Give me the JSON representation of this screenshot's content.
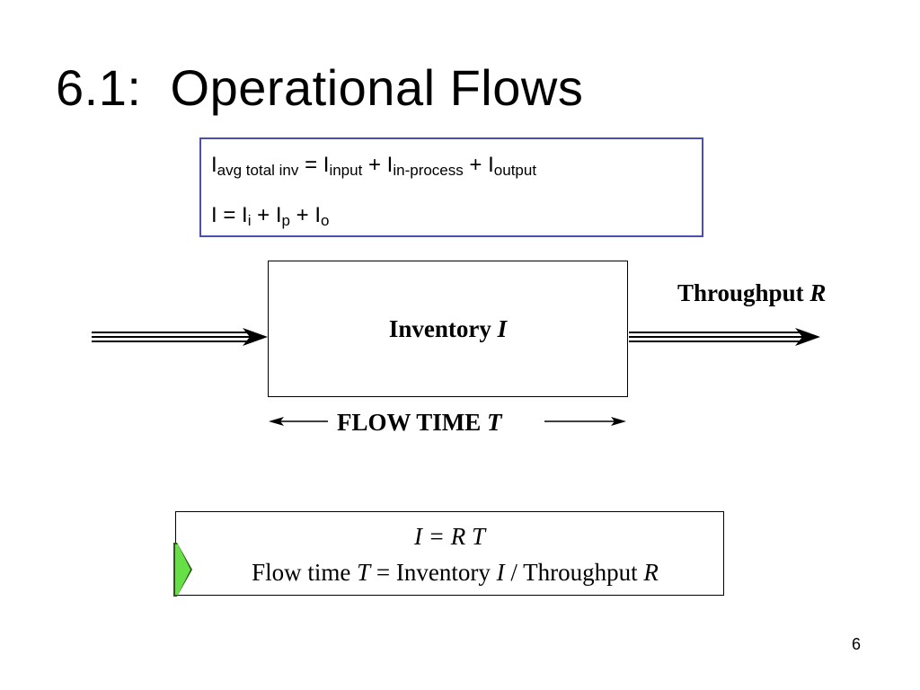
{
  "slide": {
    "title": "6.1:  Operational Flows",
    "page_number": "6"
  },
  "formula_box": {
    "line1": {
      "var1": "I",
      "sub1": "avg total inv",
      "eq": " = ",
      "var2": "I",
      "sub2": "input",
      "plus1": " + ",
      "var3": "I",
      "sub3": "in-process",
      "plus2": " + ",
      "var4": "I",
      "sub4": "output"
    },
    "line2": {
      "lhs": "I",
      "eq": " = ",
      "t1": "I",
      "s1": "i",
      "plus1": " + ",
      "t2": "I",
      "s2": "p",
      "plus2": " + ",
      "t3": "I",
      "s3": "o"
    }
  },
  "diagram": {
    "inventory_word": "Inventory",
    "inventory_var": "I",
    "throughput_word": "Throughput",
    "throughput_var": "R",
    "flow_time_word": "FLOW TIME",
    "flow_time_var": "T"
  },
  "summary_box": {
    "equation": "I = R T",
    "definition": {
      "p1": "Flow time ",
      "v1": "T",
      "p2": " = Inventory ",
      "v2": "I",
      "p3": " / Throughput ",
      "v3": "R"
    }
  },
  "colors": {
    "formula_border": "#4b4fb5",
    "bullet_fill": "#66e046"
  }
}
